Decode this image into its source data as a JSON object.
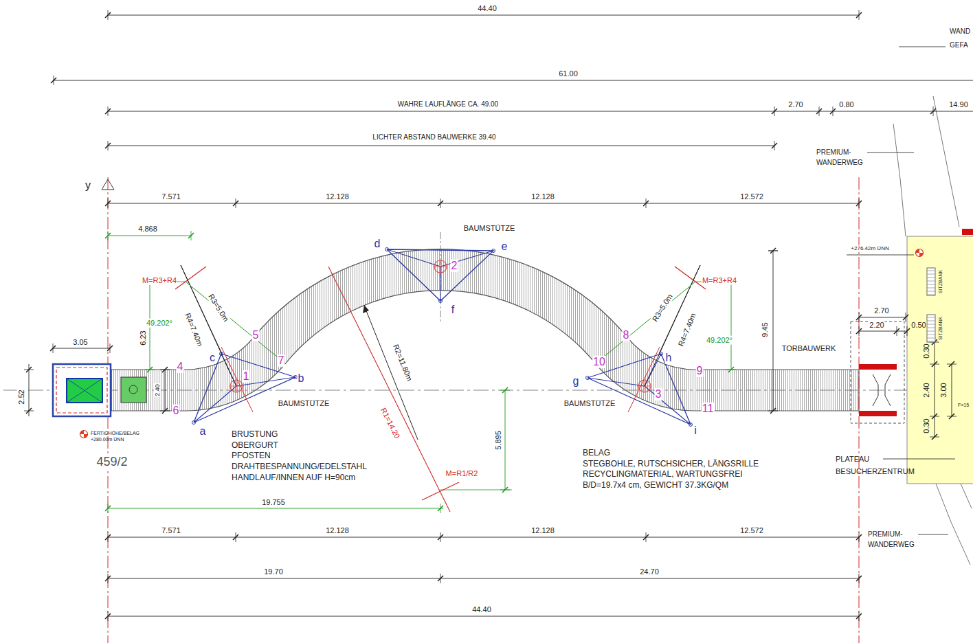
{
  "diagram": {
    "nodes": [
      {
        "text": [
          "SITZBANK",
          "SITZBANK"
        ]
      }
    ],
    "labels": [
      "44.40",
      "WAND",
      "GEFA",
      "61.00",
      "WAHRE LAUFLÄNGE CA. 49.00",
      "2.70",
      "0.80",
      "14.90",
      "LICHTER ABSTAND BAUWERKE 39.40",
      "PREMIUM- WANDERWEG",
      "y",
      "7.571",
      "12.128",
      "12.128",
      "12.572",
      "4.868",
      "BAUMSTÜTZE",
      "d",
      "e",
      "2",
      "f",
      "M=R3+R4",
      "M=R3+R4",
      "R3=5.0m",
      "R4=7.40m",
      "49.202°",
      "6.23",
      "5",
      "3.05",
      "c",
      "7",
      "4",
      "R2=11.80m",
      "b",
      "1",
      "2.40",
      "2.52",
      "BAUMSTÜTZE",
      "6",
      "R1=14.20",
      "a",
      "BRUSTUNG",
      "OBERGURT",
      "PFOSTEN",
      "DRAHTBESPANNUNG/EDELSTAHL",
      "HANDLAUF/INNEN AUF H=90cm",
      "FERTIGHÖHE/BELAG +280.00m ÜNN",
      "459/2",
      "5.895",
      "M=R1/R2",
      "19.755",
      "7.571",
      "12.128",
      "12.128",
      "12.572",
      "19.70",
      "24.70",
      "44.40",
      "8",
      "10",
      "R3=5.0m",
      "R4=7.40m",
      "49.202°",
      "h",
      "9",
      "g",
      "3",
      "BAUMSTÜTZE",
      "11",
      "i",
      "9.45",
      "TORBAUWERK",
      "+276.42m ÜNN",
      "2.70",
      "2.20",
      "0.50",
      "0.30",
      "2.40",
      "3.00",
      "0.30",
      "F=15",
      "BELAG",
      "STEGBOHLE, RUTSCHSICHER, LÄNGSRILLE",
      "RECYCLINGMATERIAL, WARTUNGSFREI",
      "B/D=19.7x4 cm, GEWICHT 37.3KG/QM",
      "PLATEAU BESUCHERZENTRUM",
      "PREMIUM- WANDERWEG"
    ]
  }
}
